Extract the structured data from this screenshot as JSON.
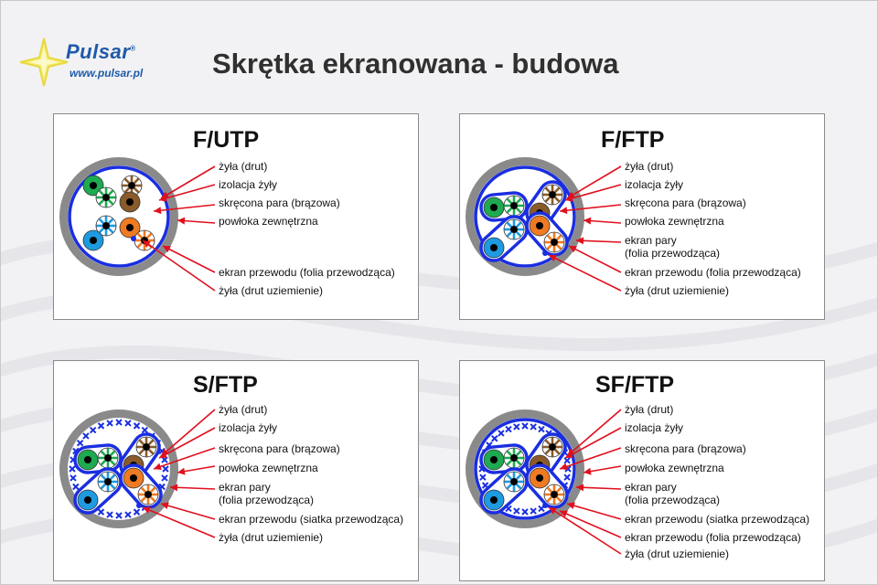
{
  "brand": {
    "name": "Pulsar",
    "registered": "®",
    "url": "www.pulsar.pl",
    "colors": {
      "star": "#f2e85a",
      "text": "#1f5aa8"
    }
  },
  "page_title": "Skrętka ekranowana - budowa",
  "colors": {
    "sheath": "#8a8a8a",
    "foil": "#1a2ee0",
    "braid": "#1a2ee0",
    "arrow": "#e0101e",
    "pair_green": "#1eaa50",
    "pair_brown": "#8a5a2a",
    "pair_orange": "#ee7a22",
    "pair_blue": "#1e9ae0"
  },
  "panels": [
    {
      "id": "futp",
      "title": "F/UTP",
      "labels": [
        "żyła (drut)",
        "izolacja żyły",
        "skręcona para (brązowa)",
        "powłoka zewnętrzna",
        "ekran przewodu (folia przewodząca)",
        "żyła (drut uziemienie)"
      ]
    },
    {
      "id": "fftp",
      "title": "F/FTP",
      "labels": [
        "żyła (drut)",
        "izolacja żyły",
        "skręcona para (brązowa)",
        "powłoka zewnętrzna",
        "ekran pary",
        "(folia przewodząca)",
        "ekran przewodu (folia przewodząca)",
        "żyła (drut uziemienie)"
      ]
    },
    {
      "id": "sftp",
      "title": "S/FTP",
      "labels": [
        "żyła (drut)",
        "izolacja żyły",
        "skręcona para (brązowa)",
        "powłoka zewnętrzna",
        "ekran pary",
        "(folia przewodząca)",
        "ekran przewodu (siatka przewodząca)",
        "żyła (drut uziemienie)"
      ]
    },
    {
      "id": "sfftp",
      "title": "SF/FTP",
      "labels": [
        "żyła (drut)",
        "izolacja żyły",
        "skręcona para (brązowa)",
        "powłoka zewnętrzna",
        "ekran pary",
        "(folia przewodząca)",
        "ekran przewodu (siatka przewodząca)",
        "ekran przewodu (folia przewodząca)",
        "żyła (drut uziemienie)"
      ]
    }
  ]
}
